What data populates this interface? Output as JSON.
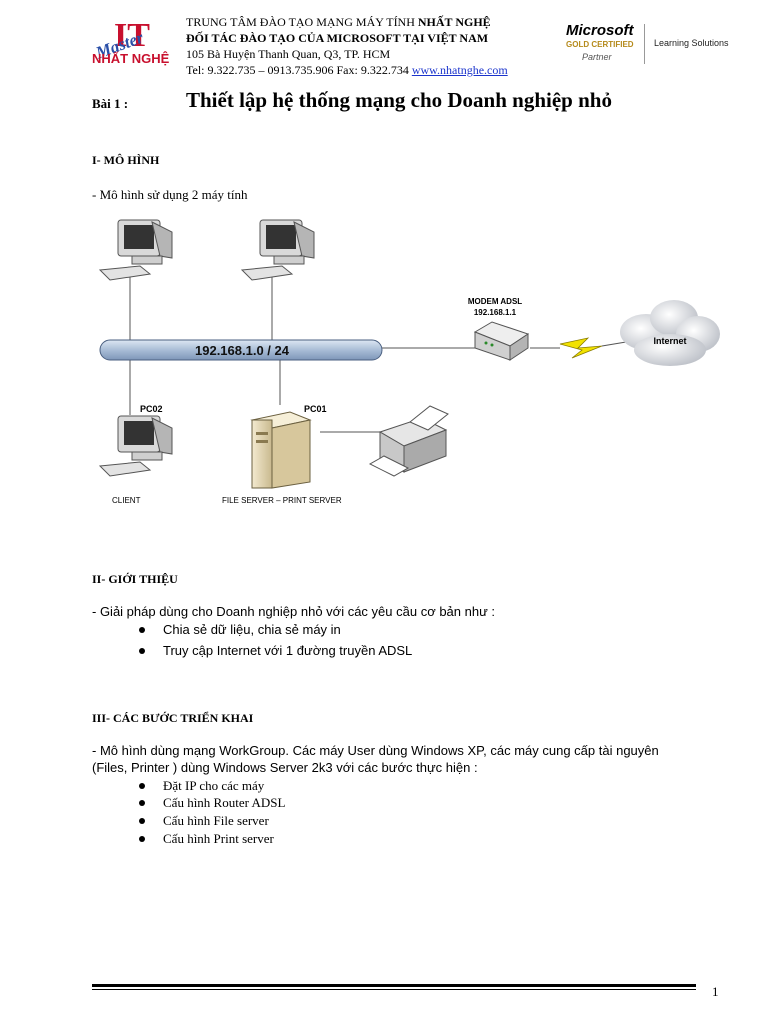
{
  "header": {
    "logo_line1": "IT",
    "logo_line2": "Master",
    "logo_brand": "NHẤT NGHỆ",
    "line1_prefix": "TRUNG TÂM ĐÀO TẠO MẠNG MÁY TÍNH ",
    "line1_bold": "NHẤT NGHỆ",
    "line2": "ĐỐI TÁC ĐÀO TẠO CỦA MICROSOFT TẠI VIỆT NAM",
    "line3": "105 Bà Huyện Thanh Quan, Q3, TP. HCM",
    "line4_prefix": "Tel: 9.322.735 – 0913.735.906 Fax: 9.322.734 ",
    "line4_link": "www.nhatnghe.com",
    "ms_brand": "Microsoft",
    "ms_gold": "GOLD CERTIFIED",
    "ms_partner": "Partner",
    "ms_learning": "Learning Solutions"
  },
  "lesson": {
    "label": "Bài 1 :",
    "title": "Thiết lập hệ thống mạng cho Doanh nghiệp nhỏ"
  },
  "section1": {
    "heading": "I-  MÔ HÌNH",
    "intro": "- Mô hình sử dụng 2 máy tính"
  },
  "diagram": {
    "network_label": "192.168.1.0 / 24",
    "modem_label": "MODEM ADSL",
    "modem_ip": "192.168.1.1",
    "internet_label": "Internet",
    "pc02_label": "PC02",
    "pc01_label": "PC01",
    "client_caption": "CLIENT",
    "server_caption": "FILE SERVER – PRINT SERVER"
  },
  "section2": {
    "heading": "II-  GIỚI THIỆU",
    "intro": "- Giải pháp dùng cho Doanh nghiệp nhỏ với các yêu cầu cơ bản như :",
    "bullets": [
      "Chia sẻ dữ liệu, chia sẻ máy in",
      "Truy cập Internet với 1 đường truyền ADSL"
    ]
  },
  "section3": {
    "heading": "III-  CÁC BƯỚC TRIỂN KHAI",
    "para_line1": "- Mô hình dùng mạng WorkGroup. Các máy User dùng   Windows XP, các máy cung cấp tài nguyên",
    "para_line2": "(Files, Printer ) dùng Windows Server 2k3 với các bước thực hiện :",
    "bullets": [
      "Đặt IP cho các máy",
      "Cấu hình Router ADSL",
      "Cấu hình File server",
      "Cấu hình Print server"
    ]
  },
  "footer": {
    "page_number": "1"
  }
}
